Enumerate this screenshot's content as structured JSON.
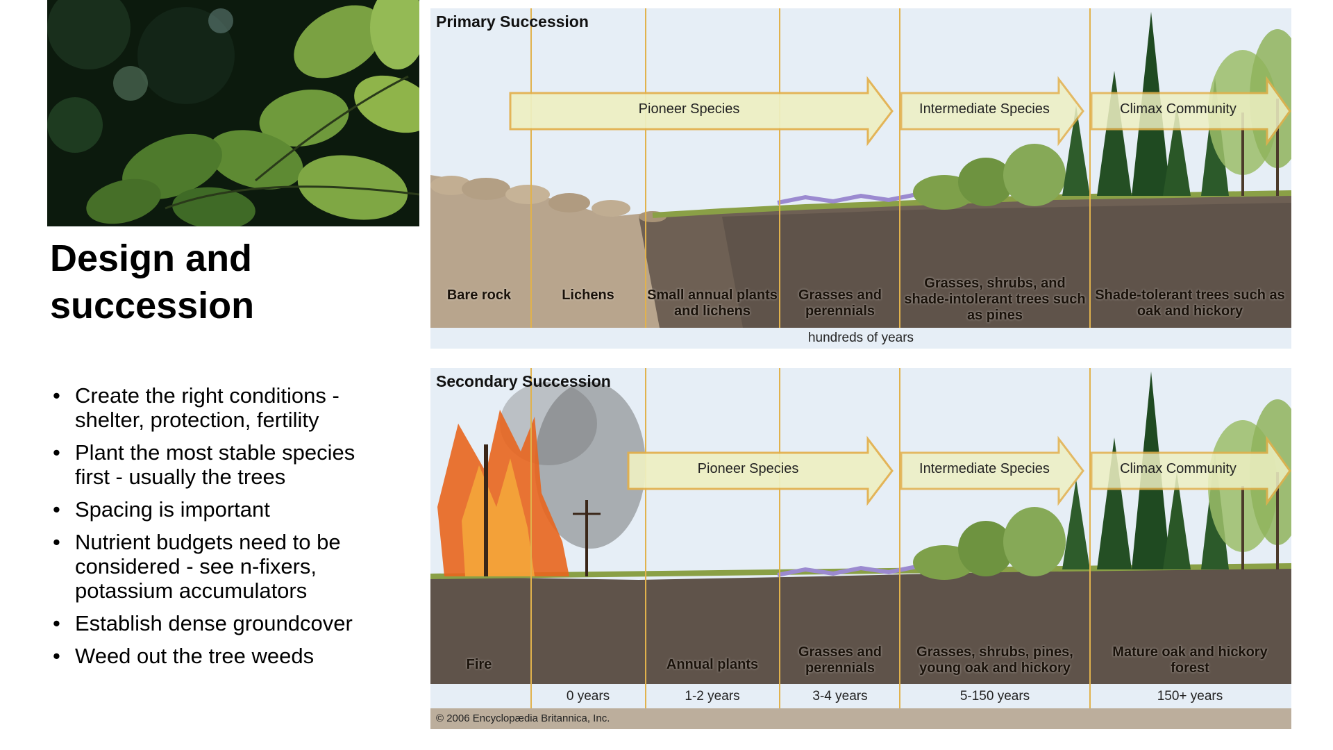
{
  "slide": {
    "title": "Design and succession",
    "bullets": [
      "Create the right conditions - shelter, protection, fertility",
      "Plant the most stable species first - usually the trees",
      "Spacing is important",
      "Nutrient budgets need to be considered - see n-fixers, potassium accumulators",
      "Establish dense groundcover",
      "Weed out the tree weeds"
    ]
  },
  "primary": {
    "title": "Primary Succession",
    "arrows": {
      "pioneer": "Pioneer Species",
      "intermediate": "Intermediate Species",
      "climax": "Climax Community"
    },
    "stages": [
      "Bare rock",
      "Lichens",
      "Small annual plants and lichens",
      "Grasses and perennials",
      "Grasses, shrubs, and shade-intolerant trees such as pines",
      "Shade-tolerant trees such as oak and hickory"
    ],
    "timeline": "hundreds of years"
  },
  "secondary": {
    "title": "Secondary Succession",
    "arrows": {
      "pioneer": "Pioneer Species",
      "intermediate": "Intermediate Species",
      "climax": "Climax Community"
    },
    "stages": [
      "Fire",
      "Annual plants",
      "Grasses and perennials",
      "Grasses, shrubs, pines, young oak and hickory",
      "Mature oak and hickory forest"
    ],
    "timeline": [
      "0 years",
      "1-2 years",
      "3-4 years",
      "5-150 years",
      "150+ years"
    ]
  },
  "copyright": "© 2006 Encyclopædia Britannica, Inc.",
  "colors": {
    "sky": "#e6eef6",
    "soil": "#5f534a",
    "sand": "#b8a58d",
    "arrow_fill": "#eef0c3",
    "arrow_stroke": "#e3b04b",
    "divider": "#e1b24c",
    "foliage": "#4a7a34",
    "fire": "#e8651e"
  }
}
